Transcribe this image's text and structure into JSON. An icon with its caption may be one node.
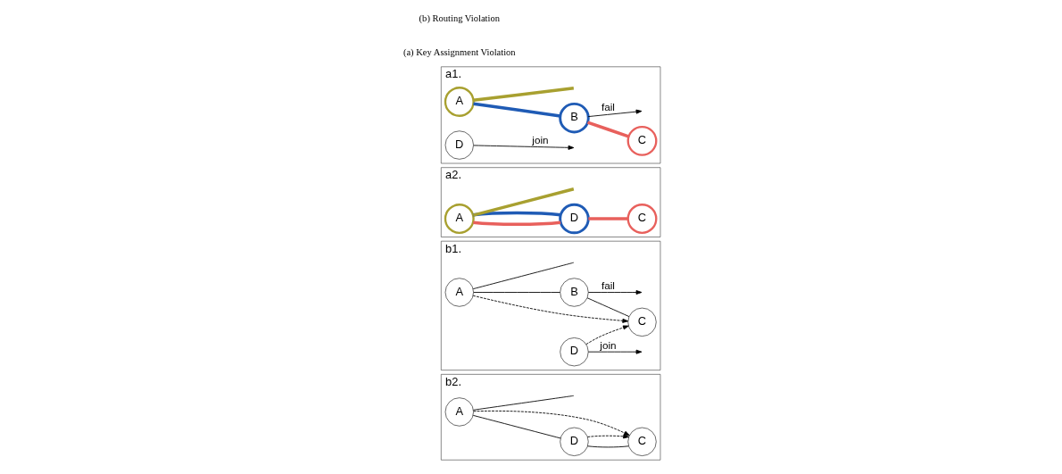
{
  "diagram": {
    "nodes": [
      {
        "text": [
          "a1."
        ]
      },
      {
        "text": [
          "A"
        ],
        "in": 0
      },
      {
        "text": [
          "B"
        ],
        "in": 0
      },
      {
        "text": [
          "C"
        ],
        "in": 0
      },
      {
        "text": [
          "D"
        ],
        "in": 0
      },
      {
        "text": [
          "a2."
        ]
      },
      {
        "text": [
          "A"
        ],
        "in": 5
      },
      {
        "text": [
          "D"
        ],
        "in": 5
      },
      {
        "text": [
          "C"
        ],
        "in": 5
      },
      {
        "text": [
          "b1."
        ]
      },
      {
        "text": [
          "A"
        ],
        "in": 9
      },
      {
        "text": [
          "B"
        ],
        "in": 9
      },
      {
        "text": [
          "D"
        ],
        "in": 9
      },
      {
        "text": [
          "C"
        ],
        "in": 9
      },
      {
        "text": [
          "b2."
        ]
      },
      {
        "text": [
          "A"
        ],
        "in": 14
      },
      {
        "text": [
          "D"
        ],
        "in": 14
      },
      {
        "text": [
          "C"
        ],
        "in": 14
      }
    ],
    "edges": [
      {
        "from": null,
        "to": 1,
        "arrow": "none",
        "style": "thick",
        "color": "#a8a030"
      },
      {
        "from": 1,
        "to": 2,
        "arrow": "none",
        "style": "thick",
        "color": "#1f5bb5"
      },
      {
        "from": 2,
        "to": 3,
        "arrow": "none",
        "style": "thick",
        "color": "#e8605c"
      },
      {
        "from": 4,
        "to": null,
        "arrow": "to",
        "label": "join"
      },
      {
        "from": 2,
        "to": null,
        "arrow": "to",
        "label": "fail"
      },
      {
        "from": null,
        "to": 6,
        "arrow": "none",
        "style": "thick",
        "color": "#a8a030"
      },
      {
        "from": 6,
        "to": 7,
        "arrow": "none",
        "style": "thick",
        "color": "#e8605c"
      },
      {
        "from": 6,
        "to": 7,
        "arrow": "none",
        "style": "thick",
        "color": "#1f5bb5"
      },
      {
        "from": 7,
        "to": 8,
        "arrow": "none",
        "style": "thick",
        "color": "#e8605c"
      },
      {
        "from": null,
        "to": 10,
        "arrow": "none"
      },
      {
        "from": 10,
        "to": 11,
        "arrow": "none"
      },
      {
        "from": 11,
        "to": 13,
        "arrow": "none"
      },
      {
        "from": 11,
        "to": null,
        "arrow": "to",
        "label": "fail"
      },
      {
        "from": 12,
        "to": null,
        "arrow": "to",
        "label": "join"
      },
      {
        "from": 12,
        "to": 13,
        "arrow": "to",
        "style": "dashed"
      },
      {
        "from": 10,
        "to": 13,
        "arrow": "to",
        "style": "dashed"
      },
      {
        "from": null,
        "to": 15,
        "arrow": "none"
      },
      {
        "from": 15,
        "to": 16,
        "arrow": "none"
      },
      {
        "from": 16,
        "to": 17,
        "arrow": "none"
      },
      {
        "from": 16,
        "to": 17,
        "arrow": "to",
        "style": "dashed"
      },
      {
        "from": 15,
        "to": 17,
        "arrow": "to",
        "style": "dashed"
      }
    ],
    "labels": [
      "(a) Key Assignment Violation",
      "(b) Routing Violation"
    ]
  }
}
